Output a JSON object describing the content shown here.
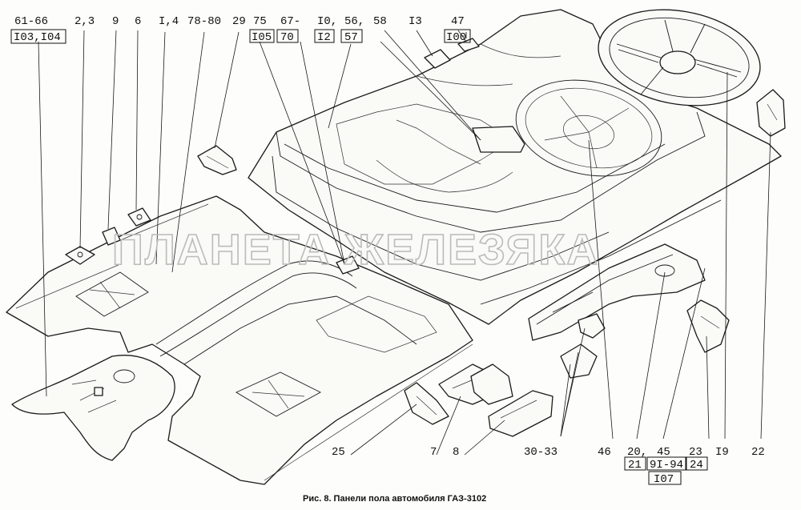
{
  "caption": "Рис. 8. Панели пола автомобиля ГАЗ-3102",
  "watermark": "ПЛАНЕТА ЖЕЛЕЗЯКА",
  "callouts_top": [
    {
      "line1": "61-66",
      "line2": "I03,I04",
      "line2_boxed": true
    },
    {
      "line1": "2,3"
    },
    {
      "line1": "9"
    },
    {
      "line1": "6"
    },
    {
      "line1": "I,4"
    },
    {
      "line1": "78-80"
    },
    {
      "line1": "29"
    },
    {
      "line1": "75",
      "line2": "I05",
      "line2_boxed": true
    },
    {
      "line1": "67-",
      "line2": "70",
      "line2_boxed": true
    },
    {
      "line1": "I0,",
      "line2": "I2",
      "line2_boxed": true
    },
    {
      "line1": "56,",
      "line2": "57",
      "line2_boxed": true
    },
    {
      "line1": "58"
    },
    {
      "line1": "I3"
    },
    {
      "line1": "47",
      "line2": "I00",
      "line2_boxed": true
    }
  ],
  "callouts_bottom": [
    {
      "line1": "25"
    },
    {
      "line1": "7"
    },
    {
      "line1": "8"
    },
    {
      "line1": "30-33"
    },
    {
      "line1": "46"
    },
    {
      "line1": "20,",
      "line2": "21",
      "line2_boxed": true
    },
    {
      "line1": "45",
      "line2": "9I-94",
      "line2_boxed": true,
      "line3": "I07",
      "line3_boxed": true
    },
    {
      "line1": "23",
      "line2": "24",
      "line2_boxed": true
    },
    {
      "line1": "I9"
    },
    {
      "line1": "22"
    }
  ]
}
